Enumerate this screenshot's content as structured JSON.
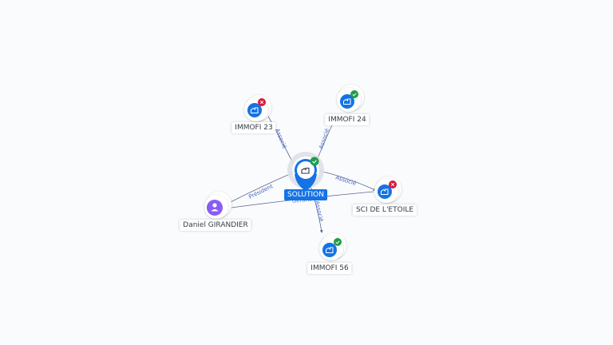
{
  "graph": {
    "center": {
      "label": "SOLUTION",
      "status": "active"
    },
    "nodes": {
      "immofi23": {
        "label": "IMMOFI 23",
        "status": "inactive",
        "icon": "building-icon"
      },
      "immofi24": {
        "label": "IMMOFI 24",
        "status": "active",
        "icon": "building-icon"
      },
      "sci_etoile": {
        "label": "SCI DE L'ETOILE",
        "status": "inactive",
        "icon": "building-icon"
      },
      "immofi56": {
        "label": "IMMOFI 56",
        "status": "active",
        "icon": "building-icon"
      },
      "person": {
        "label": "Daniel GIRANDIER",
        "icon": "person-icon"
      }
    },
    "edges": {
      "immofi23": "Associé",
      "immofi24": "Associé",
      "sci_etoile": "Associé",
      "immofi56": "Associé",
      "person_president": "Président",
      "person_gerant": "Gérant"
    }
  },
  "colors": {
    "brand": "#1473e6",
    "active": "#1e9e4a",
    "inactive": "#d9183b",
    "person": "#8a5cf6",
    "edge": "#5d6b8a",
    "edge_label": "#4a64c8"
  }
}
